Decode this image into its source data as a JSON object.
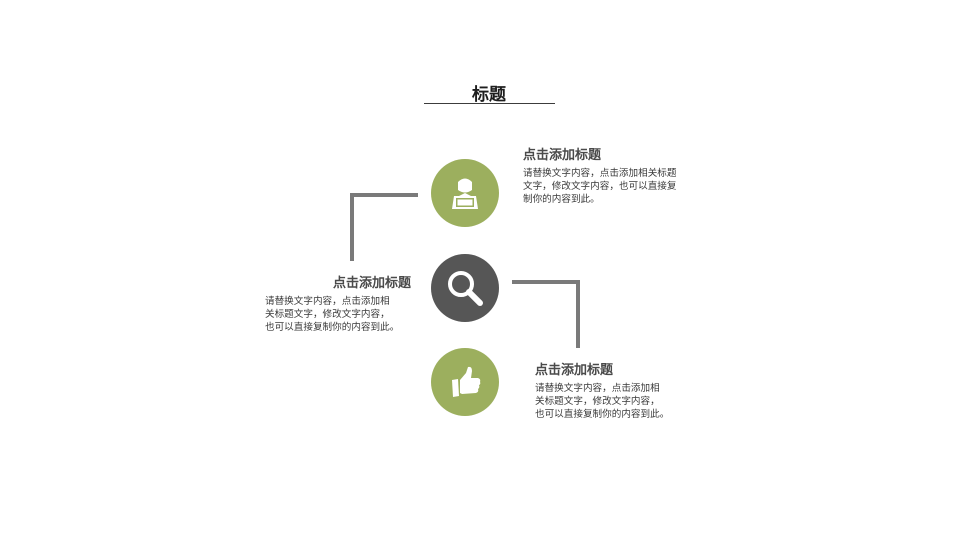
{
  "title": "标题",
  "colors": {
    "accent": "#9caf5e",
    "dark": "#565656",
    "connector": "#7a7a7a"
  },
  "items": [
    {
      "icon": "user-laptop-icon",
      "heading": "点击添加标题",
      "body": "请替换文字内容，点击添加相关标题\n文字，修改文字内容，也可以直接复\n制你的内容到此。"
    },
    {
      "icon": "search-icon",
      "heading": "点击添加标题",
      "body": "请替换文字内容，点击添加相\n关标题文字，修改文字内容，\n也可以直接复制你的内容到此。"
    },
    {
      "icon": "thumbs-up-icon",
      "heading": "点击添加标题",
      "body": "请替换文字内容，点击添加相\n关标题文字，修改文字内容，\n也可以直接复制你的内容到此。"
    }
  ]
}
